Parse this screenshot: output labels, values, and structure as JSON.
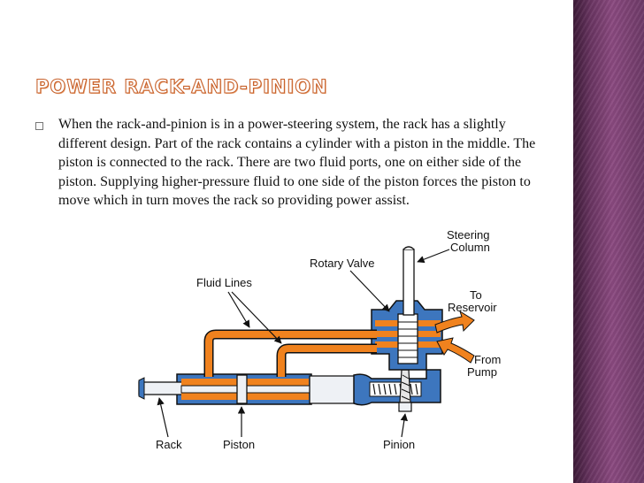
{
  "slide": {
    "title": "POWER RACK-AND-PINION",
    "bullet": "When the rack-and-pinion is in a power-steering system, the rack has a slightly different design. Part of the rack contains a cylinder with a piston in the middle. The piston is connected to the rack. There are two fluid ports, one on either side of the piston. Supplying higher-pressure fluid to one side of the piston forces the piston to move which in turn moves the rack so providing power assist."
  },
  "diagram": {
    "labels": {
      "steering_column_1": "Steering",
      "steering_column_2": "Column",
      "rotary_valve": "Rotary Valve",
      "fluid_lines": "Fluid Lines",
      "to_reservoir_1": "To",
      "to_reservoir_2": "Reservoir",
      "from_pump_1": "From",
      "from_pump_2": "Pump",
      "rack": "Rack",
      "piston": "Piston",
      "pinion": "Pinion"
    },
    "colors": {
      "fluid": "#f0821e",
      "housing": "#3d76be",
      "rack": "#eef1f5",
      "outline": "#111111"
    }
  }
}
